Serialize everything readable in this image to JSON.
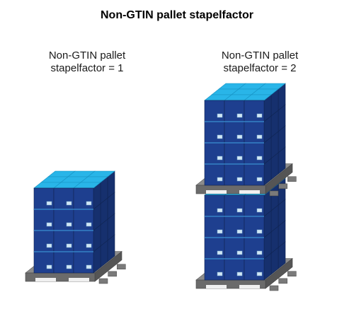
{
  "title": "Non-GTIN pallet stapelfactor",
  "captions": [
    {
      "line1": "Non-GTIN pallet",
      "line2": "stapelfactor = 1"
    },
    {
      "line1": "Non-GTIN pallet",
      "line2": "stapelfactor = 2"
    }
  ],
  "diagram": {
    "stacks": [
      {
        "name": "stack-stapelfactor-1",
        "pallet_count": 1,
        "box_columns": 3,
        "box_rows": 3,
        "box_layers": 4
      },
      {
        "name": "stack-stapelfactor-2",
        "pallet_count": 2,
        "box_columns": 3,
        "box_rows": 3,
        "box_layers": 4
      }
    ],
    "colors": {
      "box_top": "#29b5e8",
      "box_front": "#1e3f8f",
      "box_side": "#16306e",
      "label": "#cfe6f5",
      "pallet_top": "#8c8c8c",
      "pallet_front": "#6b6b6b",
      "pallet_side": "#555555"
    }
  }
}
